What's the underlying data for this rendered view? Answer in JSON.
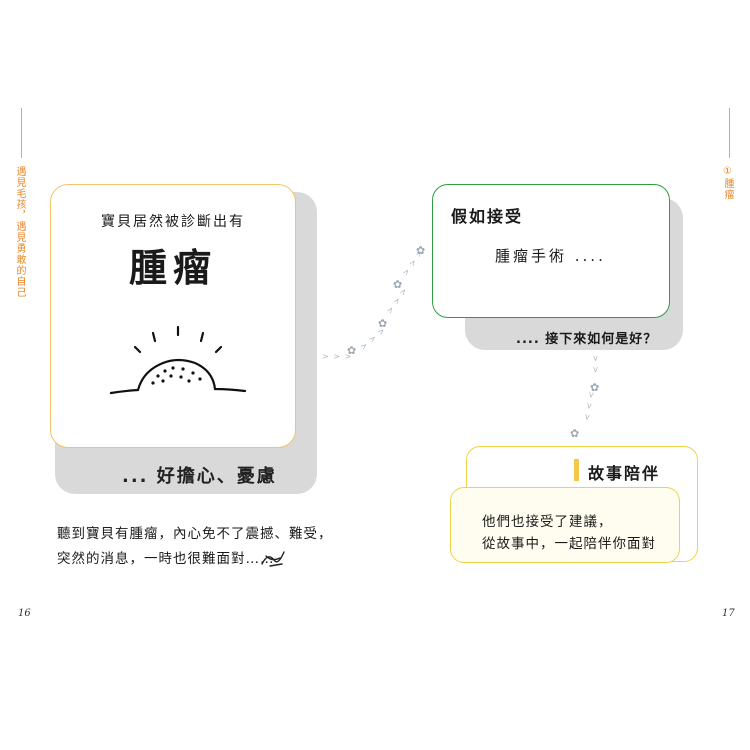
{
  "header": {
    "left_running_title": "遇見毛孩，遇見勇敢的自己",
    "right_running_title": "①腫瘤"
  },
  "left_card": {
    "subtitle": "寶貝居然被診斷出有",
    "title": "腫瘤",
    "worry": "... 好擔心、憂慮"
  },
  "left_body": {
    "line1": "聽到寶貝有腫瘤，內心免不了震撼、難受，",
    "line2": "突然的消息，一時也很難面對……"
  },
  "right_card": {
    "title": "假如接受",
    "subtitle": "腫瘤手術 ....",
    "next": ".... 接下來如何是好？"
  },
  "story": {
    "title": "故事陪伴",
    "line1": "他們也接受了建議，",
    "line2": "從故事中，一起陪伴你面對"
  },
  "page_numbers": {
    "left": "16",
    "right": "17"
  },
  "colors": {
    "accent_orange": "#e8872a",
    "card_border_yellow": "#f2c36b",
    "card_border_green": "#2e9e3e",
    "story_border": "#f0d24a",
    "shadow_gray": "#d9d9d9"
  }
}
